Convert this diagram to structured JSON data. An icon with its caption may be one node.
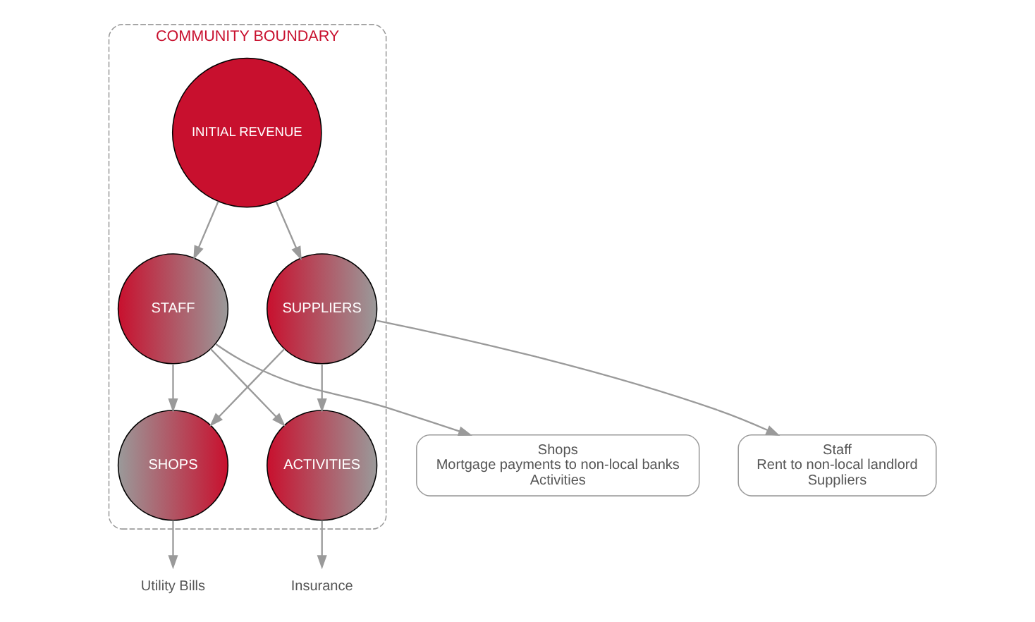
{
  "diagram": {
    "nodes": [
      {
        "text": [
          "COMMUNITY BOUNDARY"
        ]
      },
      {
        "text": [
          "INITIAL REVENUE"
        ],
        "in": 0
      },
      {
        "text": [
          "STAFF"
        ],
        "in": 0
      },
      {
        "text": [
          "SUPPLIERS"
        ],
        "in": 0
      },
      {
        "text": [
          "SHOPS"
        ],
        "in": 0
      },
      {
        "text": [
          "ACTIVITIES"
        ],
        "in": 0
      },
      {
        "text": [
          "Shops",
          "Mortgage payments to non-local banks",
          "Activities"
        ]
      },
      {
        "text": [
          "Staff",
          "Rent to non-local landlord",
          "Suppliers"
        ]
      },
      {
        "text": [
          "Utility Bills"
        ]
      },
      {
        "text": [
          "Insurance"
        ]
      }
    ],
    "edges": [
      {
        "from": 1,
        "to": 2,
        "arrow": "to"
      },
      {
        "from": 1,
        "to": 3,
        "arrow": "to"
      },
      {
        "from": 2,
        "to": 4,
        "arrow": "to"
      },
      {
        "from": 2,
        "to": 5,
        "arrow": "to"
      },
      {
        "from": 3,
        "to": 4,
        "arrow": "to"
      },
      {
        "from": 3,
        "to": 5,
        "arrow": "to"
      },
      {
        "from": 2,
        "to": 6,
        "arrow": "to"
      },
      {
        "from": 3,
        "to": 7,
        "arrow": "to"
      },
      {
        "from": 4,
        "to": 8,
        "arrow": "to"
      },
      {
        "from": 5,
        "to": 9,
        "arrow": "to"
      }
    ]
  }
}
